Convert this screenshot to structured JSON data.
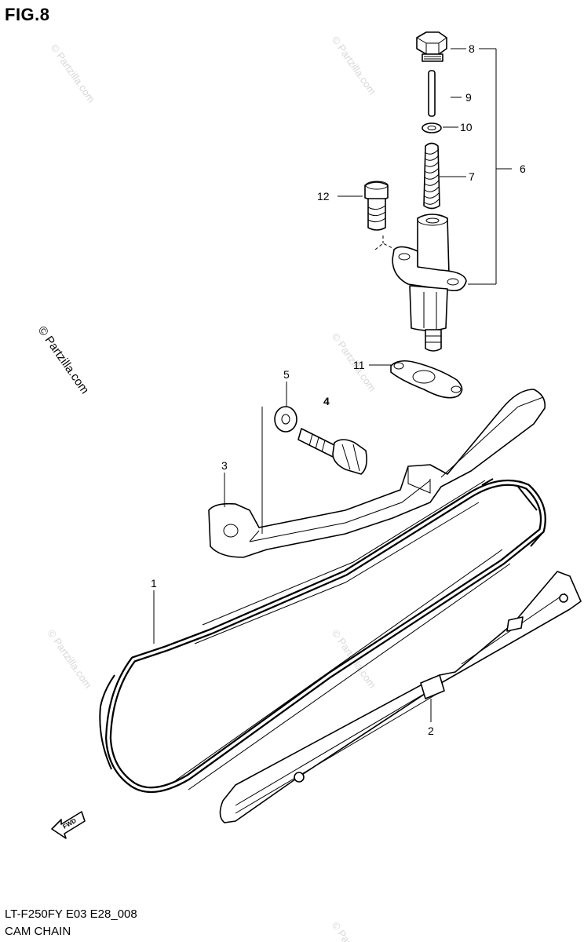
{
  "figure": {
    "title": "FIG.8",
    "model_code": "LT-F250FY  E03  E28_008",
    "section_name": "CAM CHAIN"
  },
  "watermark": {
    "main": "© Partzilla.com",
    "faint": "© Partzilla.com"
  },
  "callouts": {
    "c1": "1",
    "c2": "2",
    "c3": "3",
    "c4": "4",
    "c5": "5",
    "c6": "6",
    "c7": "7",
    "c8": "8",
    "c9": "9",
    "c10": "10",
    "c11": "11",
    "c12": "12"
  },
  "direction_arrow": {
    "label": "FWD",
    "icon": "front-direction-arrow-icon"
  },
  "parts": [
    {
      "ref": "1",
      "name": "cam-chain"
    },
    {
      "ref": "2",
      "name": "cam-chain-guide"
    },
    {
      "ref": "3",
      "name": "cam-chain-tensioner"
    },
    {
      "ref": "4",
      "name": "tensioner-bolt"
    },
    {
      "ref": "5",
      "name": "washer"
    },
    {
      "ref": "6",
      "name": "cam-chain-tension-adjuster-assy"
    },
    {
      "ref": "7",
      "name": "spring"
    },
    {
      "ref": "8",
      "name": "cap-bolt"
    },
    {
      "ref": "9",
      "name": "pin"
    },
    {
      "ref": "10",
      "name": "gasket"
    },
    {
      "ref": "11",
      "name": "adjuster-gasket"
    },
    {
      "ref": "12",
      "name": "adjuster-bolt"
    }
  ],
  "colors": {
    "line": "#000000",
    "background": "#ffffff",
    "watermark_faint": "#d8d8d8"
  }
}
